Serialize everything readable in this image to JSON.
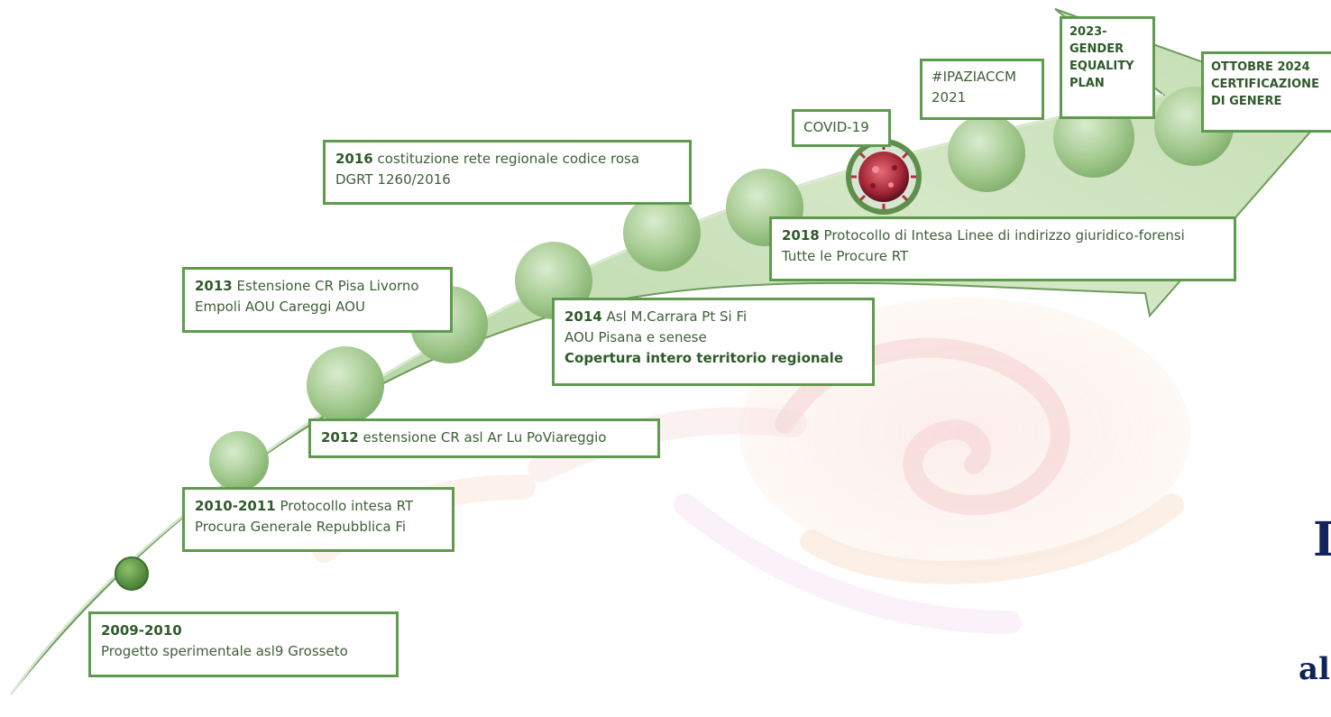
{
  "milestones": [
    {
      "year": "2009-2010",
      "lines": [
        "Progetto sperimentale asl9 Grosseto"
      ]
    },
    {
      "year": "2010-2011",
      "lines": [
        "Protocollo intesa RT",
        "Procura Generale Repubblica Fi"
      ]
    },
    {
      "year": "2012",
      "lines": [
        "estensione CR asl Ar Lu PoViareggio"
      ]
    },
    {
      "year": "2013",
      "lines": [
        "Estensione CR Pisa Livorno",
        "Empoli AOU Careggi AOU"
      ]
    },
    {
      "year": "2014",
      "lines": [
        "Asl M.Carrara Pt Si Fi",
        "AOU Pisana e senese"
      ],
      "bold_line": "Copertura intero territorio regionale"
    },
    {
      "year": "2016",
      "lines": [
        "costituzione rete regionale codice rosa",
        "DGRT 1260/2016"
      ]
    },
    {
      "year": "2018",
      "lines": [
        "Protocollo di Intesa Linee di indirizzo giuridico-forensi",
        "Tutte le Procure RT"
      ]
    },
    {
      "label": "COVID-19"
    },
    {
      "lines": [
        "#IPAZIACCM",
        "2021"
      ]
    },
    {
      "lines": [
        "2023-",
        "GENDER",
        "EQUALITY",
        "PLAN"
      ]
    },
    {
      "lines": [
        "OTTOBRE 2024",
        "CERTIFICAZIONE",
        "DI GENERE"
      ]
    }
  ],
  "cut_off_text": [
    "I",
    "al"
  ],
  "colors": {
    "border": "#5e9b4e",
    "text": "#3d5f36",
    "arrow_light": "#dcebcf",
    "arrow_dark": "#8fb77c",
    "circle": "#9cc48a",
    "watermark": "#e9a0a0"
  }
}
